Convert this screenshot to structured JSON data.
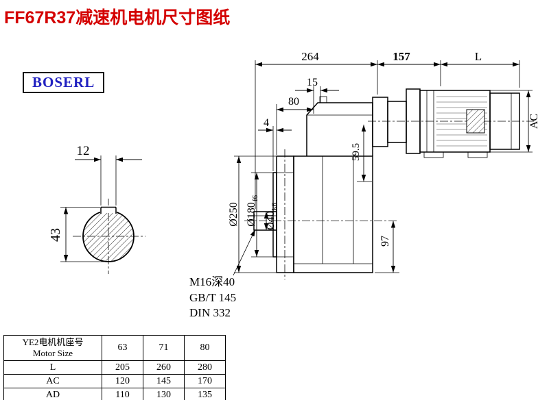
{
  "title": "FF67R37减速机电机尺寸图纸",
  "logo": "BOSERL",
  "dims": {
    "d264": "264",
    "d157": "157",
    "dL": "L",
    "d15": "15",
    "d80": "80",
    "d4": "4",
    "dia250": "Ø250",
    "dia180": "Ø180",
    "dia180_tol": "f6",
    "dia40": "Ø40",
    "dia40_tol": "k6",
    "d59_5": "59.5",
    "d97": "97",
    "dAC": "AC",
    "d12": "12",
    "d43": "43"
  },
  "annotations": {
    "thread": "M16深40",
    "standard1": "GB/T 145",
    "standard2": "DIN 332"
  },
  "table": {
    "header_cn": "YE2电机机座号",
    "header_en": "Motor Size",
    "columns": [
      "63",
      "71",
      "80"
    ],
    "rows": [
      {
        "label": "L",
        "values": [
          "205",
          "260",
          "280"
        ]
      },
      {
        "label": "AC",
        "values": [
          "120",
          "145",
          "170"
        ]
      },
      {
        "label": "AD",
        "values": [
          "110",
          "130",
          "135"
        ]
      }
    ]
  }
}
